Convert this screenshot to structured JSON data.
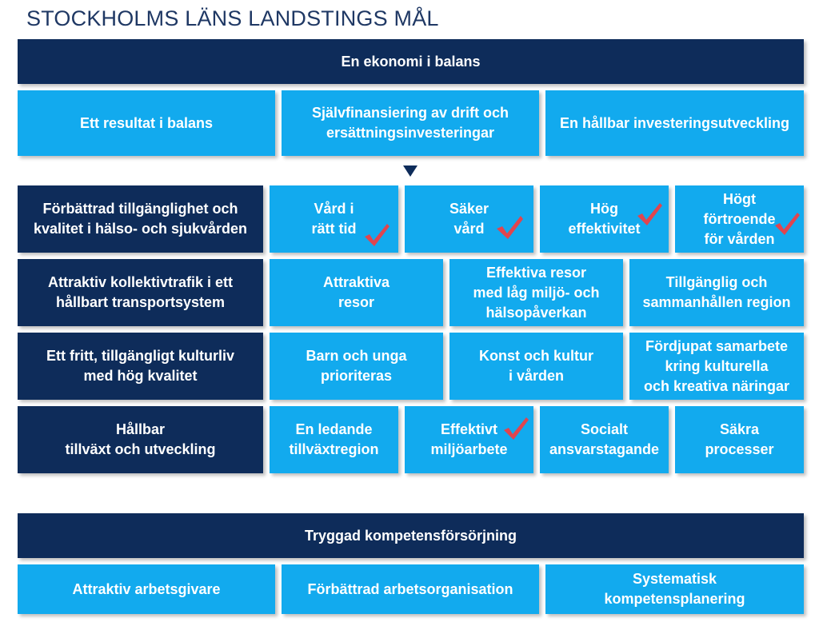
{
  "title": "STOCKHOLMS LÄNS LANDSTINGS MÅL",
  "colors": {
    "dark": "#0e2c5a",
    "light": "#12aaee",
    "check": "#e0454f",
    "title": "#1f3864"
  },
  "economy": {
    "header": "En ekonomi i balans",
    "items": [
      "Ett resultat i balans",
      "Självfinansiering av drift och\nersättningsinvesteringar",
      "En hållbar investeringsutveckling"
    ]
  },
  "goals": [
    {
      "label": "Förbättrad tillgänglighet och\nkvalitet i hälso- och sjukvården",
      "items": [
        "Vård i\nrätt tid",
        "Säker\nvård",
        "Hög\neffektivitet",
        "Högt\nförtroende\nför vården"
      ],
      "checked": [
        true,
        true,
        true,
        true
      ]
    },
    {
      "label": "Attraktiv kollektivtrafik i ett\nhållbart transportsystem",
      "items": [
        "Attraktiva\nresor",
        "Effektiva resor\nmed låg miljö- och\nhälsopåverkan",
        "Tillgänglig och\nsammanhållen region"
      ]
    },
    {
      "label": "Ett fritt, tillgängligt kulturliv\nmed hög kvalitet",
      "items": [
        "Barn och unga\nprioriteras",
        "Konst och kultur\ni vården",
        "Fördjupat samarbete\nkring kulturella\noch kreativa näringar"
      ]
    },
    {
      "label": "Hållbar\ntillväxt och utveckling",
      "items": [
        "En ledande\ntillväxtregion",
        "Effektivt\nmiljöarbete",
        "Socialt\nansvarstagande",
        "Säkra\nprocesser"
      ],
      "checked": [
        false,
        true,
        false,
        false
      ]
    }
  ],
  "competence": {
    "header": "Tryggad kompetensförsörjning",
    "items": [
      "Attraktiv arbetsgivare",
      "Förbättrad arbetsorganisation",
      "Systematisk\nkompetensplanering"
    ]
  }
}
